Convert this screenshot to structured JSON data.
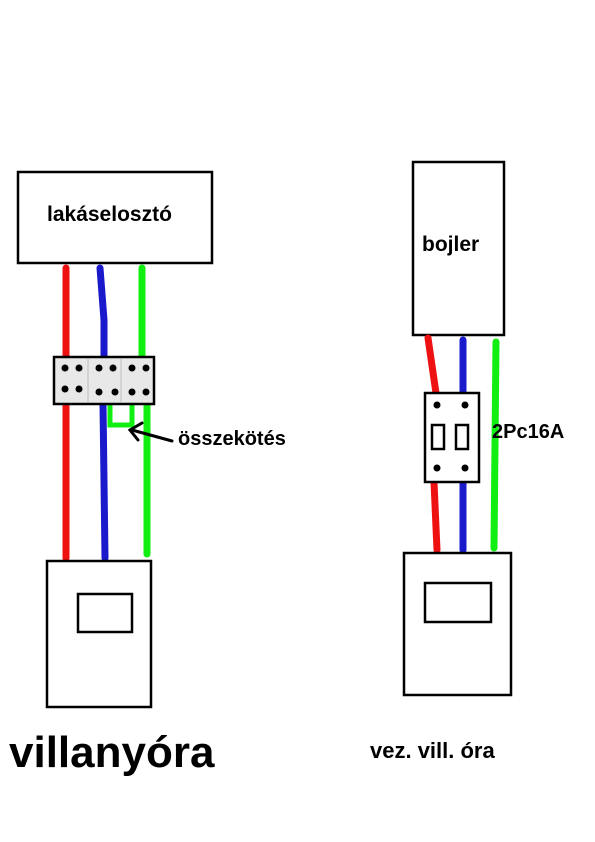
{
  "labels": {
    "apartment_distributor": "lakáselosztó",
    "boiler": "bojler",
    "connection": "összekötés",
    "breaker": "2Pc16A",
    "electricity_meter": "villanyóra",
    "controlled_meter": "vez. vill. óra"
  },
  "colors": {
    "phase_wire": "#ee1111",
    "neutral_wire": "#1a1acc",
    "earth_wire": "#11ee11",
    "outline": "#000000",
    "terminal_fill": "#e8e8e8"
  },
  "icons": {
    "connection_pointer": "arrow-icon"
  }
}
